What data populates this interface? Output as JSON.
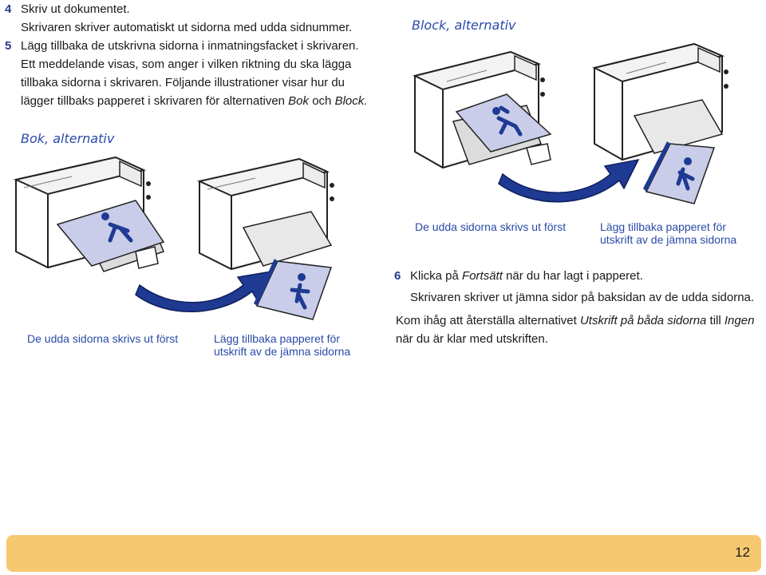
{
  "steps": {
    "step4": {
      "number": "4",
      "title": "Skriv ut dokumentet.",
      "detail": "Skrivaren skriver automatiskt ut sidorna med udda sidnummer."
    },
    "step5": {
      "number": "5",
      "title": "Lägg tillbaka de utskrivna sidorna i inmatningsfacket i skrivaren.",
      "para_line1": "Ett meddelande visas, som anger i vilken riktning du ska lägga",
      "para_line2": "tillbaka sidorna i skrivaren.",
      "para_line2b": " Följande illustrationer visar hur du",
      "para_line3_pre": "lägger tillbaks papperet i skrivaren för alternativen ",
      "para_em1": "Bok",
      "para_mid": " och ",
      "para_em2": "Block."
    },
    "step6": {
      "number": "6",
      "line1_pre": "Klicka på ",
      "line1_em": "Fortsätt",
      "line1_post": " när du har lagt i papperet.",
      "line2": "Skrivaren skriver ut jämna sidor på baksidan av de udda sidorna.",
      "line3_pre": "Kom ihåg att återställa alternativet ",
      "line3_em1": "Utskrift på båda sidorna",
      "line3_mid": " till ",
      "line3_em2": "Ingen",
      "line4": "när du är klar med utskriften."
    }
  },
  "sections": {
    "block": {
      "heading": "Block, alternativ",
      "caption_left": "De udda sidorna skrivs ut först",
      "caption_right_1": "Lägg tillbaka papperet för",
      "caption_right_2": "utskrift av de jämna sidorna"
    },
    "bok": {
      "heading": "Bok, alternativ",
      "caption_left": "De udda sidorna skrivs ut först",
      "caption_right_1": "Lägg tillbaka papperet för",
      "caption_right_2": "utskrift av de jämna sidorna"
    }
  },
  "footer": {
    "page_number": "12",
    "bar_color": "#f6c870"
  },
  "colors": {
    "accent_blue": "#2a4aa8",
    "arrow_blue": "#1f3a93",
    "paper": "#c9cde9"
  },
  "illustrations": [
    "printer-icon",
    "curved-arrow-icon",
    "paper-sheet-icon",
    "person-figure-icon"
  ]
}
